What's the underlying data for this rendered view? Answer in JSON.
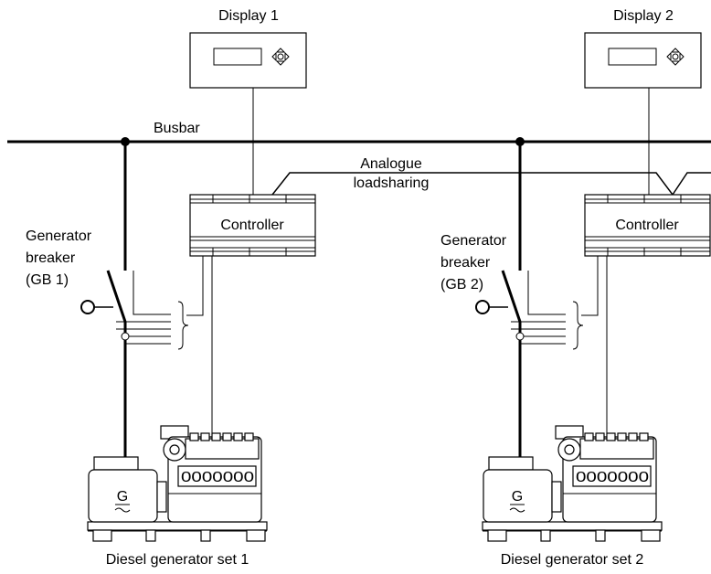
{
  "busbar": {
    "label": "Busbar"
  },
  "loadsharing": {
    "label_line1": "Analogue",
    "label_line2": "loadsharing"
  },
  "sets": [
    {
      "display_label": "Display 1",
      "controller_label": "Controller",
      "breaker_line1": "Generator",
      "breaker_line2": "breaker",
      "breaker_line3": "(GB 1)",
      "generator_symbol": "G",
      "engine_plate": "0000000",
      "caption": "Diesel generator set 1"
    },
    {
      "display_label": "Display 2",
      "controller_label": "Controller",
      "breaker_line1": "Generator",
      "breaker_line2": "breaker",
      "breaker_line3": "(GB 2)",
      "generator_symbol": "G",
      "engine_plate": "0000000",
      "caption": "Diesel generator set 2"
    }
  ]
}
